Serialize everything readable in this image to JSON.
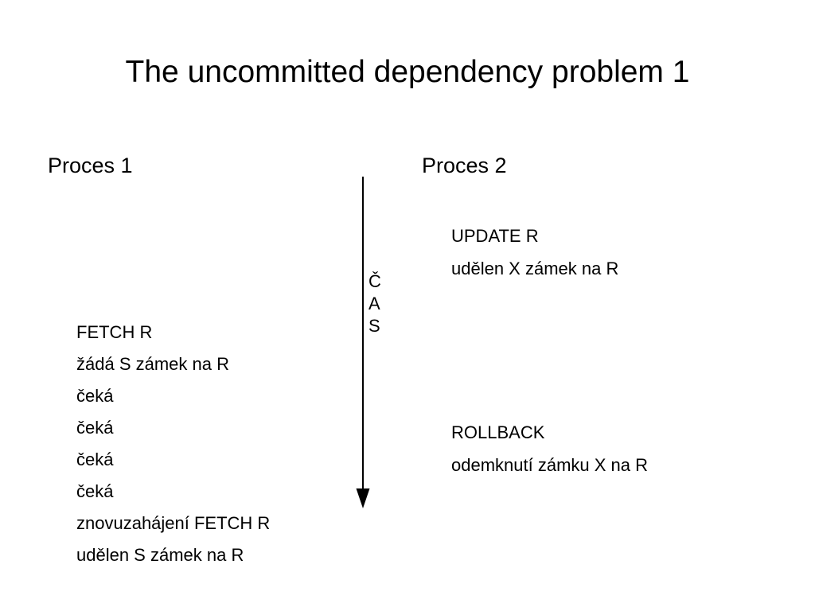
{
  "slide": {
    "title": "The uncommitted dependency problem 1",
    "background_color": "#ffffff",
    "text_color": "#000000"
  },
  "columns": {
    "left_heading": "Proces 1",
    "right_heading": "Proces 2"
  },
  "process_1": {
    "steps": [
      "FETCH R",
      "žádá S zámek na R",
      "čeká",
      "čeká",
      "čeká",
      "čeká",
      "znovuzahájení FETCH R",
      "udělen S zámek na R"
    ]
  },
  "process_2": {
    "update_block": {
      "line_1": "UPDATE R",
      "line_2": "udělen X zámek na R"
    },
    "rollback_block": {
      "line_1": "ROLLBACK",
      "line_2": "odemknutí zámku X na R"
    }
  },
  "time_axis": {
    "label_letters": [
      "Č",
      "A",
      "S"
    ],
    "label_word": "ČAS",
    "direction": "downward",
    "color": "#000000"
  }
}
